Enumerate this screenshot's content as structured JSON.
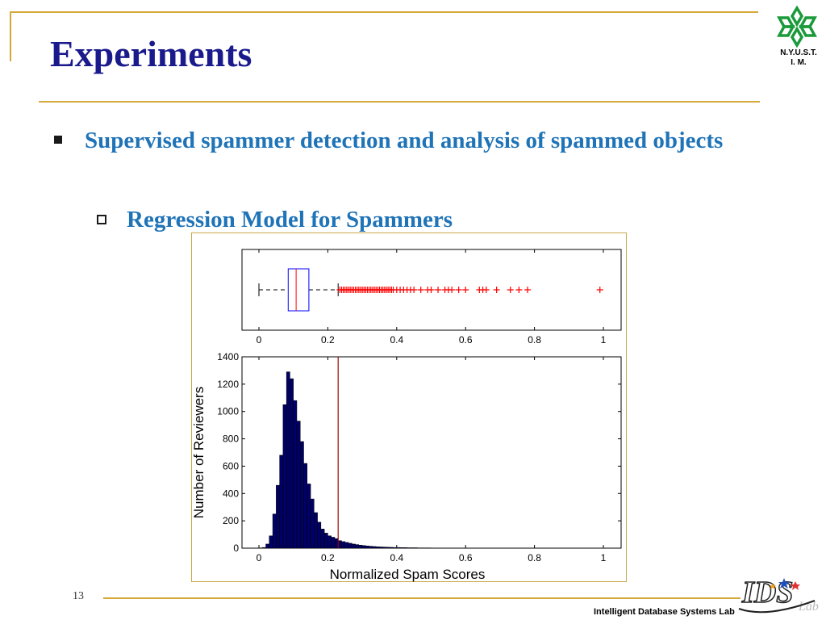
{
  "slide": {
    "title": "Experiments",
    "bullet1": "Supervised spammer detection and analysis of spammed objects",
    "bullet2": "Regression Model for Spammers",
    "page_number": "13",
    "footer": "Intelligent Database Systems Lab",
    "logo_text_line1": "N.Y.U.S.T.",
    "logo_text_line2": "I. M.",
    "ids_logo_letters": "IDS",
    "ids_logo_sub": "Lab"
  },
  "colors": {
    "title": "#1a1a8c",
    "bullet": "#1f73b7",
    "rule": "#d4a93a",
    "bars": "#000066",
    "outliers": "#ff0000",
    "box": "#0000ff",
    "median": "#ff0000",
    "threshold": "#990000",
    "logo_green": "#1a9a3a"
  },
  "chart_data": [
    {
      "type": "boxplot",
      "orientation": "horizontal",
      "xlim": [
        0,
        1
      ],
      "xticks": [
        "0",
        "0.2",
        "0.4",
        "0.6",
        "0.8",
        "1"
      ],
      "whisker_low": 0,
      "q1": 0.085,
      "median": 0.108,
      "q3": 0.145,
      "whisker_high": 0.23,
      "outliers": [
        0.235,
        0.24,
        0.245,
        0.25,
        0.255,
        0.26,
        0.265,
        0.27,
        0.275,
        0.28,
        0.285,
        0.29,
        0.295,
        0.3,
        0.305,
        0.31,
        0.315,
        0.32,
        0.325,
        0.33,
        0.335,
        0.34,
        0.345,
        0.35,
        0.355,
        0.36,
        0.365,
        0.37,
        0.375,
        0.38,
        0.385,
        0.39,
        0.4,
        0.41,
        0.42,
        0.43,
        0.44,
        0.45,
        0.47,
        0.49,
        0.5,
        0.52,
        0.54,
        0.55,
        0.56,
        0.58,
        0.6,
        0.64,
        0.65,
        0.66,
        0.69,
        0.73,
        0.755,
        0.78,
        0.99
      ]
    },
    {
      "type": "bar",
      "xlabel": "Normalized Spam Scores",
      "ylabel": "Number of Reviewers",
      "xlim": [
        0,
        1
      ],
      "ylim": [
        0,
        1400
      ],
      "xticks": [
        "0",
        "0.2",
        "0.4",
        "0.6",
        "0.8",
        "1"
      ],
      "yticks": [
        "0",
        "200",
        "400",
        "600",
        "800",
        "1000",
        "1200",
        "1400"
      ],
      "bin_width": 0.01,
      "x": [
        0.005,
        0.015,
        0.025,
        0.035,
        0.045,
        0.055,
        0.065,
        0.075,
        0.085,
        0.095,
        0.105,
        0.115,
        0.125,
        0.135,
        0.145,
        0.155,
        0.165,
        0.175,
        0.185,
        0.195,
        0.205,
        0.215,
        0.225,
        0.235,
        0.245,
        0.255,
        0.265,
        0.275,
        0.285,
        0.295,
        0.305,
        0.315,
        0.325,
        0.335,
        0.345,
        0.355,
        0.365,
        0.375,
        0.385,
        0.395,
        0.405,
        0.415,
        0.425,
        0.435,
        0.445,
        0.455,
        0.465,
        0.475,
        0.485,
        0.495,
        0.505,
        0.515
      ],
      "values": [
        2,
        5,
        30,
        90,
        250,
        460,
        680,
        1050,
        1290,
        1240,
        1080,
        930,
        780,
        620,
        470,
        360,
        260,
        190,
        140,
        110,
        90,
        80,
        70,
        55,
        48,
        42,
        36,
        30,
        26,
        22,
        19,
        16,
        14,
        12,
        10,
        9,
        8,
        7,
        6,
        5,
        5,
        4,
        4,
        3,
        3,
        3,
        2,
        2,
        2,
        2,
        1,
        1
      ],
      "threshold_line": 0.23
    }
  ]
}
